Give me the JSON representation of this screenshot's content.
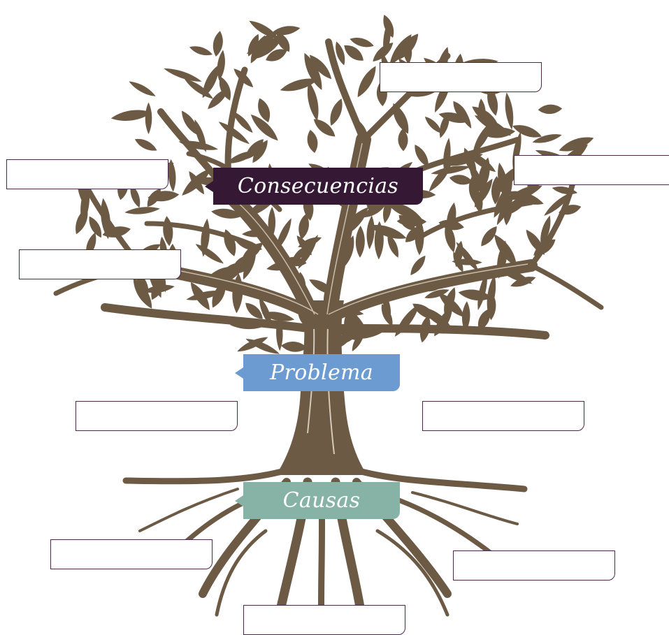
{
  "diagram": {
    "type": "problem-tree",
    "colors": {
      "tree": "#6c5a45",
      "consecuencias": "#341834",
      "problema": "#6b9bd1",
      "causas": "#86b3a6",
      "box_border": "#4a2a4a"
    },
    "labels": {
      "consecuencias": "Consecuencias",
      "problema": "Problema",
      "causas": "Causas"
    },
    "blank_boxes": {
      "consecuencias": [
        "",
        "",
        "",
        ""
      ],
      "problema": [
        "",
        ""
      ],
      "causas": [
        "",
        "",
        ""
      ]
    }
  }
}
